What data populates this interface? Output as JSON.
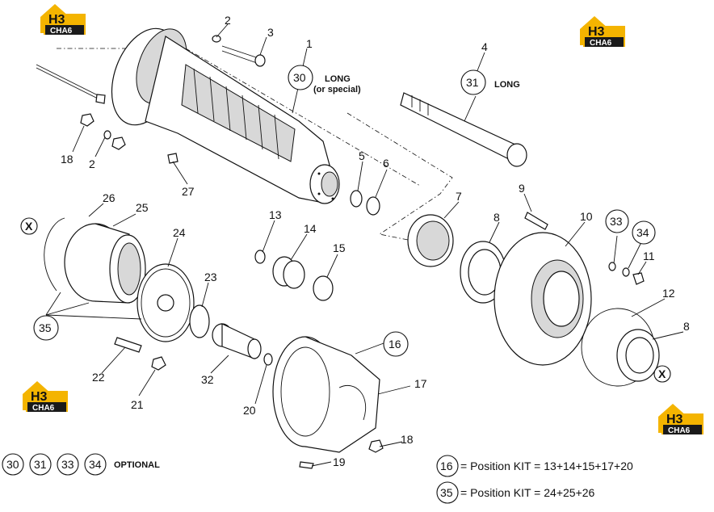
{
  "logo": {
    "top": "H3",
    "bottom": "CHA6"
  },
  "callouts": {
    "c1": "1",
    "c2a": "2",
    "c2b": "2",
    "c3": "3",
    "c4": "4",
    "c5": "5",
    "c6": "6",
    "c7": "7",
    "c8a": "8",
    "c8b": "8",
    "c9": "9",
    "c10": "10",
    "c11": "11",
    "c12": "12",
    "c13": "13",
    "c14": "14",
    "c15": "15",
    "c16": "16",
    "c17": "17",
    "c18a": "18",
    "c18b": "18",
    "c19": "19",
    "c20": "20",
    "c21": "21",
    "c22": "22",
    "c23": "23",
    "c24": "24",
    "c25": "25",
    "c26": "26",
    "c27": "27",
    "c30": "30",
    "c31": "31",
    "c32": "32",
    "c33": "33",
    "c34": "34",
    "c35": "35",
    "xa": "X",
    "xb": "X"
  },
  "notes": {
    "long1_line1": "LONG",
    "long1_line2": "(or special)",
    "long2": "LONG",
    "optional": "OPTIONAL"
  },
  "legend": {
    "optional_items": [
      "30",
      "31",
      "33",
      "34"
    ],
    "kit16_num": "16",
    "kit16_text": "= Position KIT = 13+14+15+17+20",
    "kit35_num": "35",
    "kit35_text": "= Position KIT = 24+25+26"
  },
  "colors": {
    "logo_yellow": "#f4b400",
    "logo_dark": "#1a1a1a"
  }
}
